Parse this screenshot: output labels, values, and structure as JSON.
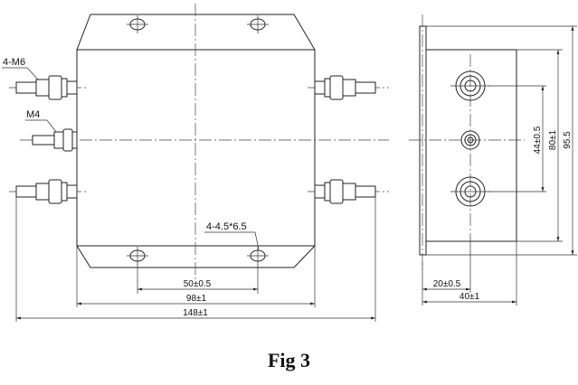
{
  "figure": {
    "caption": "Fig 3"
  },
  "front_view": {
    "labels": {
      "thread_studs": "4-M6",
      "ground_stud": "M4",
      "mount_holes": "4-4.5*6.5"
    },
    "dimensions": {
      "hole_spacing": "50±0.5",
      "body_width": "98±1",
      "overall_width": "148±1"
    }
  },
  "side_view": {
    "dimensions": {
      "stud_spacing": "44±0.5",
      "body_height": "80±1",
      "flange_height": "95.5",
      "flange_offset": "20±0.5",
      "depth": "40±1"
    }
  }
}
